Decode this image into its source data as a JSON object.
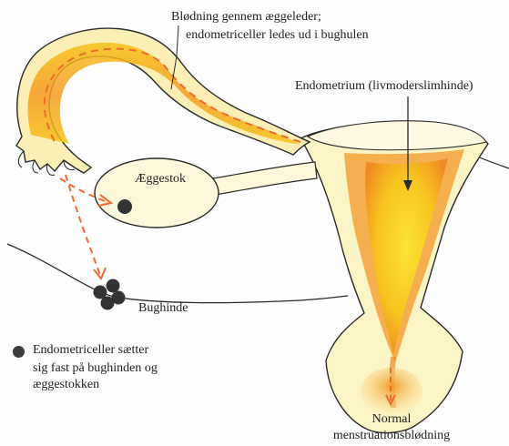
{
  "labels": {
    "bleeding_line1": "Blødning gennem æggeleder;",
    "bleeding_line2": "endometriceller ledes ud i bughulen",
    "endometrium": "Endometrium (livmoderslimhinde)",
    "ovary": "Æggestok",
    "peritoneum": "Bughinde",
    "legend_line1": "Endometriceller sætter",
    "legend_line2": "sig fast på bughinden og",
    "legend_line3": "æggestokken",
    "normal_line1": "Normal",
    "normal_line2": "menstruationsblødning"
  },
  "colors": {
    "outline": "#2a2a2a",
    "tissue_pale": "#fbf4c4",
    "tissue_cream": "#fdf8dc",
    "flow_yellow": "#f8d21c",
    "flow_orange": "#f28c24",
    "arrow_dashed": "#ee6a2e",
    "cells": "#333333"
  },
  "icons": {
    "cell_cluster": "endometrial-cell-cluster-icon",
    "legend_dot": "cell-dot-icon"
  }
}
